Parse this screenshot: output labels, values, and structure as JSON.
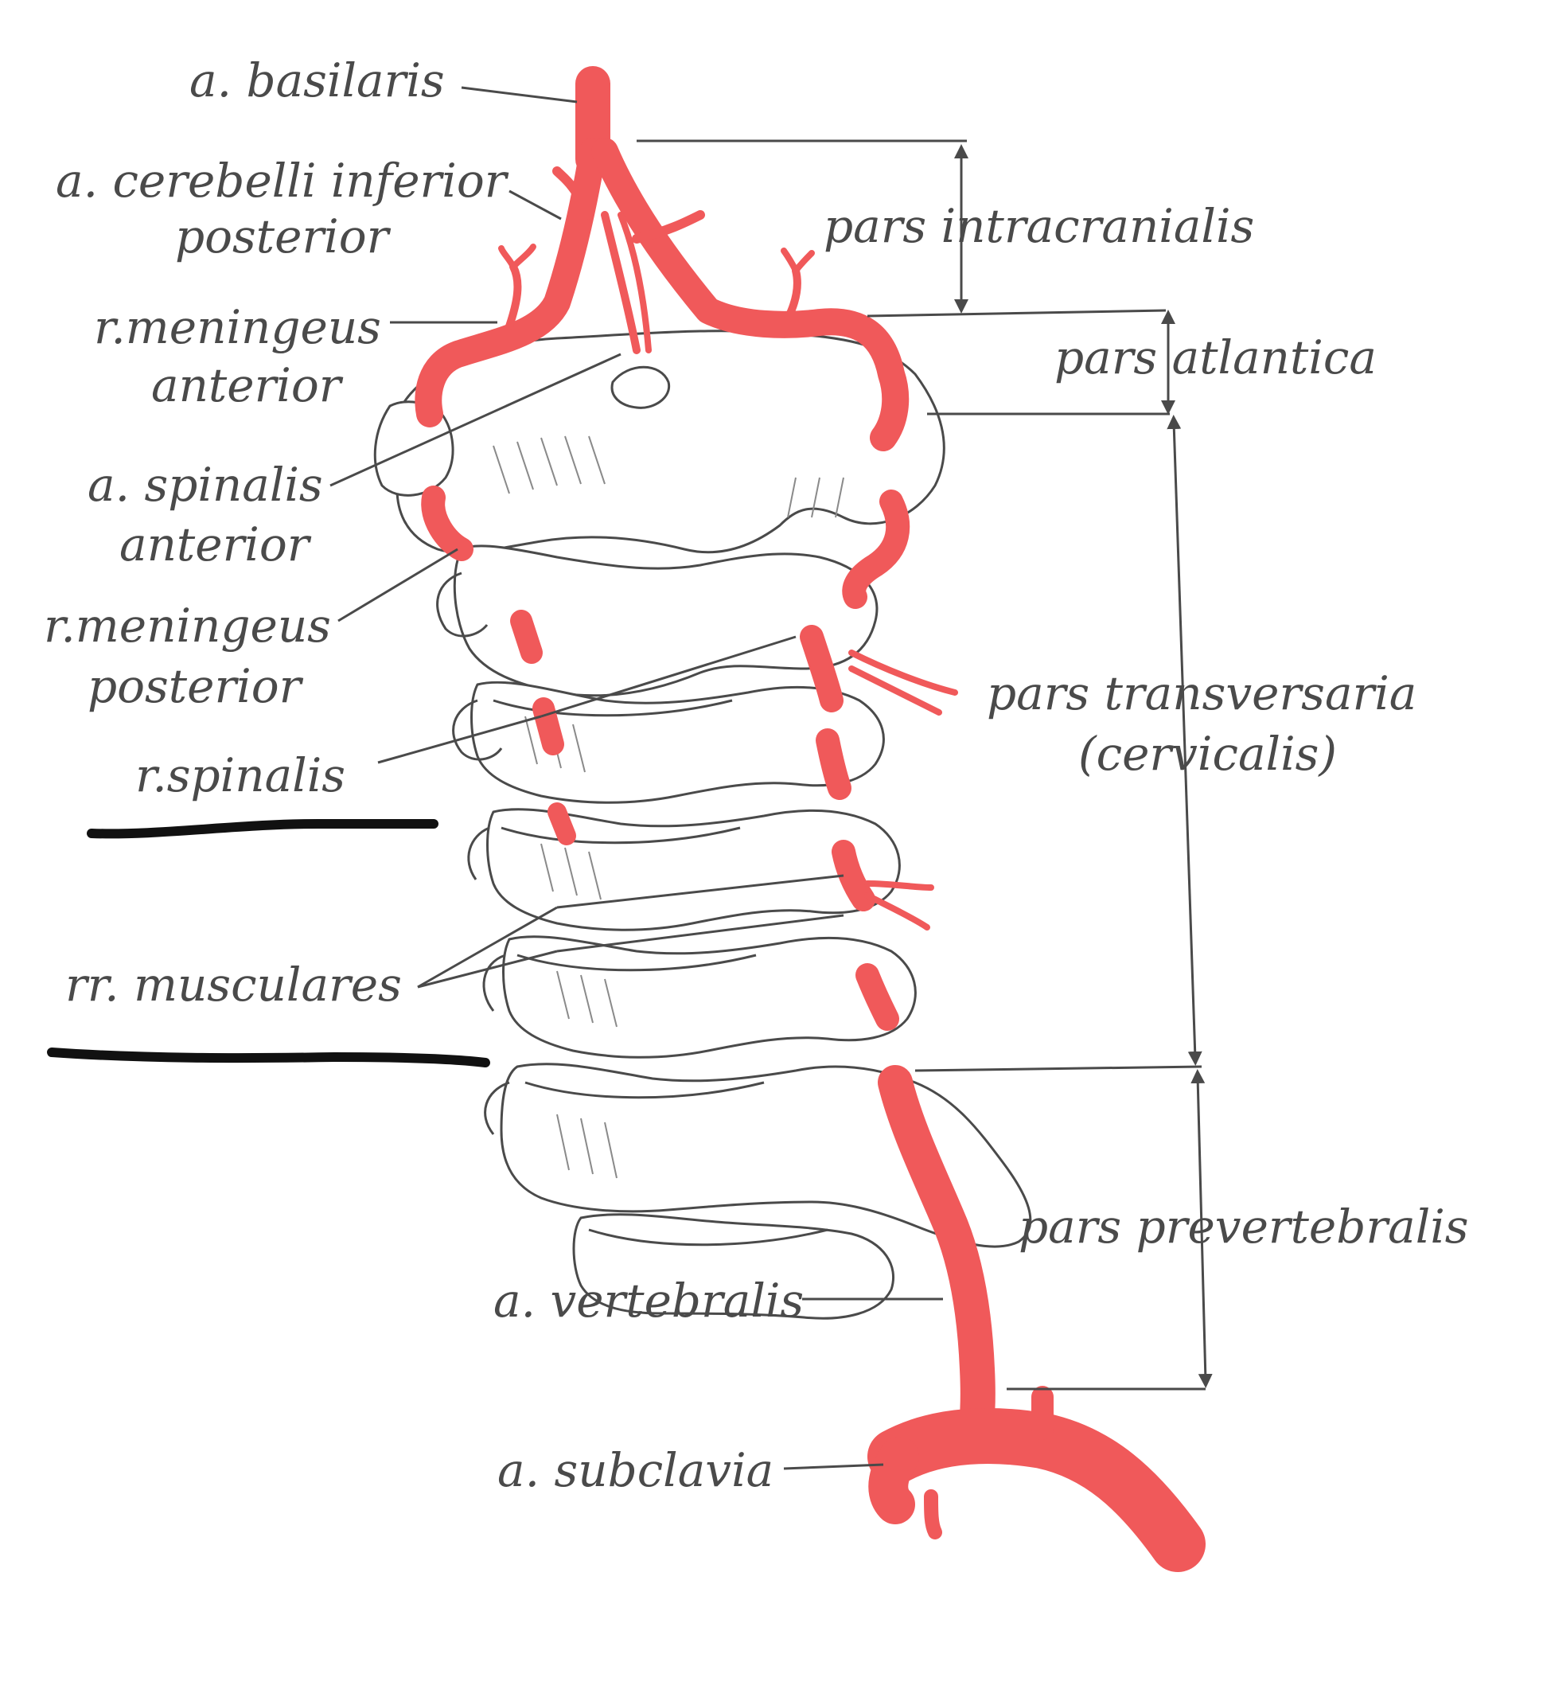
{
  "labels": {
    "basilaris": "a. basilaris",
    "cerebelli_1": "a. cerebelli inferior",
    "cerebelli_2": "posterior",
    "men_ant_1": "r.meningeus",
    "men_ant_2": "anterior",
    "spin_ant_1": "a. spinalis",
    "spin_ant_2": "anterior",
    "men_post_1": "r.meningeus",
    "men_post_2": "posterior",
    "r_spinalis": "r.spinalis",
    "rr_musculares": "rr. musculares",
    "vertebralis": "a. vertebralis",
    "subclavia": "a. subclavia",
    "pars_intracranialis": "pars intracranialis",
    "pars_atlantica": "pars atlantica",
    "pars_transversaria_1": "pars transversaria",
    "pars_transversaria_2": "(cervicalis)",
    "pars_prevertebralis": "pars prevertebralis"
  },
  "colors": {
    "artery": "#f0595a",
    "bone_fill": "#ffffff",
    "line": "#4a4a4a",
    "marker": "#111111"
  }
}
